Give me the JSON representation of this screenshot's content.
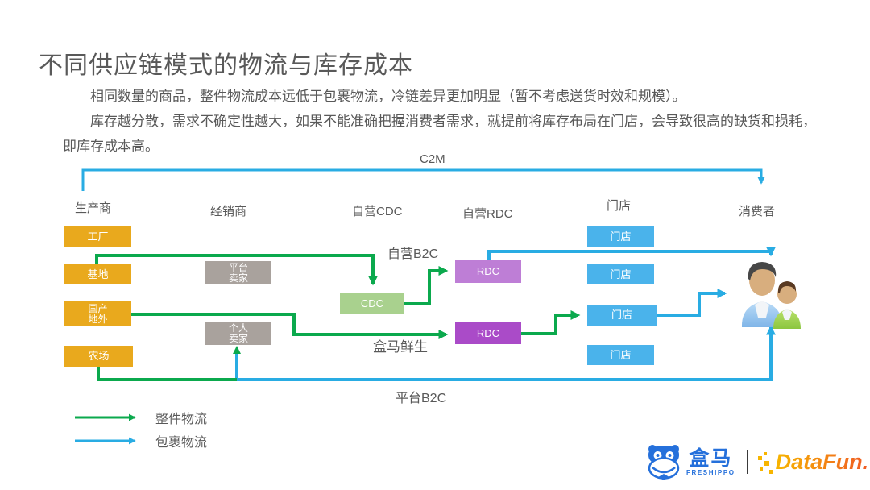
{
  "title": "不同供应链模式的物流与库存成本",
  "paragraphs": [
    "相同数量的商品，整件物流成本远低于包裹物流，冷链差异更加明显（暂不考虑送货时效和规模）。",
    "库存越分散，需求不确定性越大，如果不能准确把握消费者需求，就提前将库存布局在门店，会导致很高的缺货和损耗，即库存成本高。"
  ],
  "diagram": {
    "columns": [
      "生产商",
      "经销商",
      "自营CDC",
      "自营RDC",
      "门店",
      "消费者"
    ],
    "flow_labels": {
      "c2m": "C2M",
      "self_b2c": "自营B2C",
      "hema_fresh": "盒马鲜生",
      "platform_b2c": "平台B2C"
    },
    "nodes": {
      "factory": "工厂",
      "base": "基地",
      "domestic": "国产\n地外",
      "farm": "农场",
      "platform_seller": "平台\n卖家",
      "personal_seller": "个人\n卖家",
      "cdc": "CDC",
      "rdc1": "RDC",
      "rdc2": "RDC",
      "stores": [
        "门店",
        "门店",
        "门店",
        "门店"
      ]
    },
    "legend": [
      {
        "label": "整件物流",
        "color": "#0BA94D"
      },
      {
        "label": "包裹物流",
        "color": "#29ACE3"
      }
    ]
  },
  "footer": {
    "hema_cn": "盒马",
    "hema_en": "FRESHIPPO",
    "datafun": "DataFun."
  },
  "colors": {
    "gold_box": "#E9A91D",
    "gray_box": "#A9A29D",
    "cdc_green": "#A9D18E",
    "rdc_light_purple": "#BE7ED6",
    "rdc_dark_purple": "#AA4BC8",
    "store_blue": "#4AB3EB",
    "arrow_green": "#0BA94D",
    "arrow_blue": "#29ACE3",
    "hema_blue": "#2570DB",
    "datafun_gold": "#F7B500",
    "datafun_orange": "#F05A24",
    "text_gray": "#595959"
  }
}
